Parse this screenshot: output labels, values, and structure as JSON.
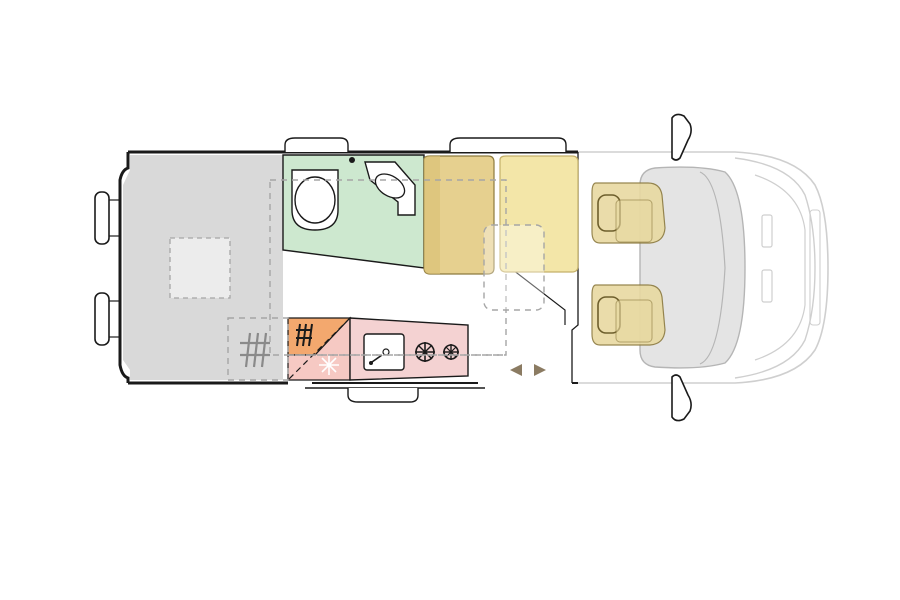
{
  "floorplan": {
    "zones": [
      {
        "id": "rear-bed",
        "color": "#d9d9d9"
      },
      {
        "id": "bathroom",
        "color": "#cde8cf"
      },
      {
        "id": "wardrobe",
        "color": "#f3a86e"
      },
      {
        "id": "fridge",
        "color": "#f6c9c3"
      },
      {
        "id": "kitchen",
        "color": "#f4d2d2"
      },
      {
        "id": "bench-left",
        "color": "#e6d08f"
      },
      {
        "id": "bench-right",
        "color": "#f3e6a8"
      },
      {
        "id": "cab-seat",
        "color": "#e8d9a1"
      },
      {
        "id": "dashboard",
        "color": "#e4e4e4"
      }
    ],
    "colors": {
      "outline": "#1a1a1a",
      "cab": "#cfcfcf",
      "dashed": "#a6a6a6",
      "arrows": "#8b7b62"
    },
    "icons": [
      "sink-icon",
      "stove-burner-icon",
      "snowflake-icon",
      "hanger-icon",
      "toilet-icon",
      "washbasin-icon",
      "side-mirror-icon",
      "arrow-left-icon",
      "arrow-right-icon"
    ]
  }
}
